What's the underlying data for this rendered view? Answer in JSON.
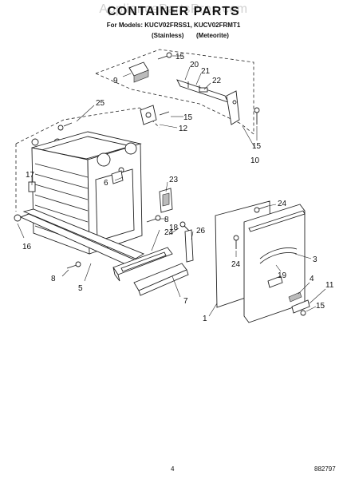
{
  "watermark": "AppliancePartsPros.com",
  "header": {
    "title": "CONTAINER PARTS",
    "models": "For Models: KUCV02FRSS1, KUCV02FRMT1",
    "variant_left": "(Stainless)",
    "variant_right": "(Meteorite)"
  },
  "callouts": [
    "15",
    "9",
    "20",
    "21",
    "22",
    "25",
    "15",
    "12",
    "15",
    "10",
    "17",
    "6",
    "23",
    "8",
    "24",
    "18",
    "26",
    "16",
    "8",
    "5",
    "7",
    "24",
    "3",
    "19",
    "24",
    "1",
    "4",
    "11",
    "15"
  ],
  "footer": {
    "page_number": "4",
    "doc_number": "882797"
  }
}
